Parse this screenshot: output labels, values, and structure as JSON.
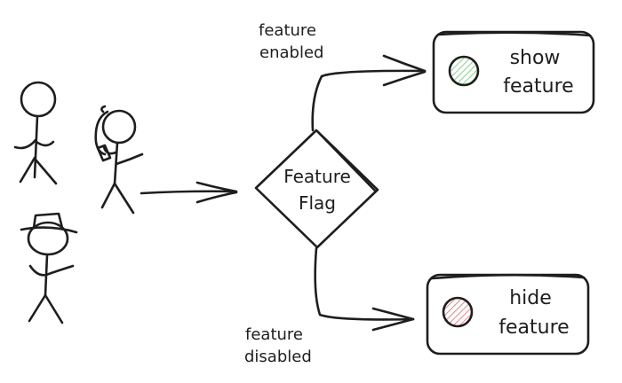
{
  "diagram": {
    "decision": {
      "line1": "Feature",
      "line2": "Flag"
    },
    "top_branch": {
      "label_line1": "feature",
      "label_line2": "enabled",
      "box_line1": "show",
      "box_line2": "feature",
      "indicator_color": "#6cc56f"
    },
    "bottom_branch": {
      "label_line1": "feature",
      "label_line2": "disabled",
      "box_line1": "hide",
      "box_line2": "feature",
      "indicator_color": "#e06a6a"
    },
    "stroke_color": "#1e1e1e",
    "users": [
      "stick-figure",
      "stick-figure-with-phone",
      "stick-figure-with-hat"
    ]
  }
}
